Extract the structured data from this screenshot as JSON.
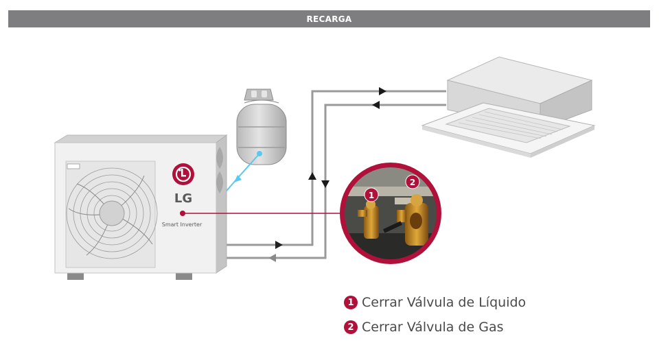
{
  "header": {
    "title": "RECARGA"
  },
  "outdoor_unit": {
    "brand": "LG",
    "model_label": "Smart Inverter"
  },
  "callouts": [
    {
      "number": "1",
      "label": "Cerrar Válvula de Líquido"
    },
    {
      "number": "2",
      "label": "Cerrar Válvula de Gas"
    }
  ],
  "colors": {
    "accent": "#b0103a",
    "pipe": "#9a9a9a",
    "refrigerant_line": "#5ac8f0",
    "header_bg": "#7e7e80"
  },
  "icons": [
    "refrigerant-tank-icon",
    "lg-logo-icon",
    "cassette-indoor-unit-icon",
    "valve-photo"
  ]
}
